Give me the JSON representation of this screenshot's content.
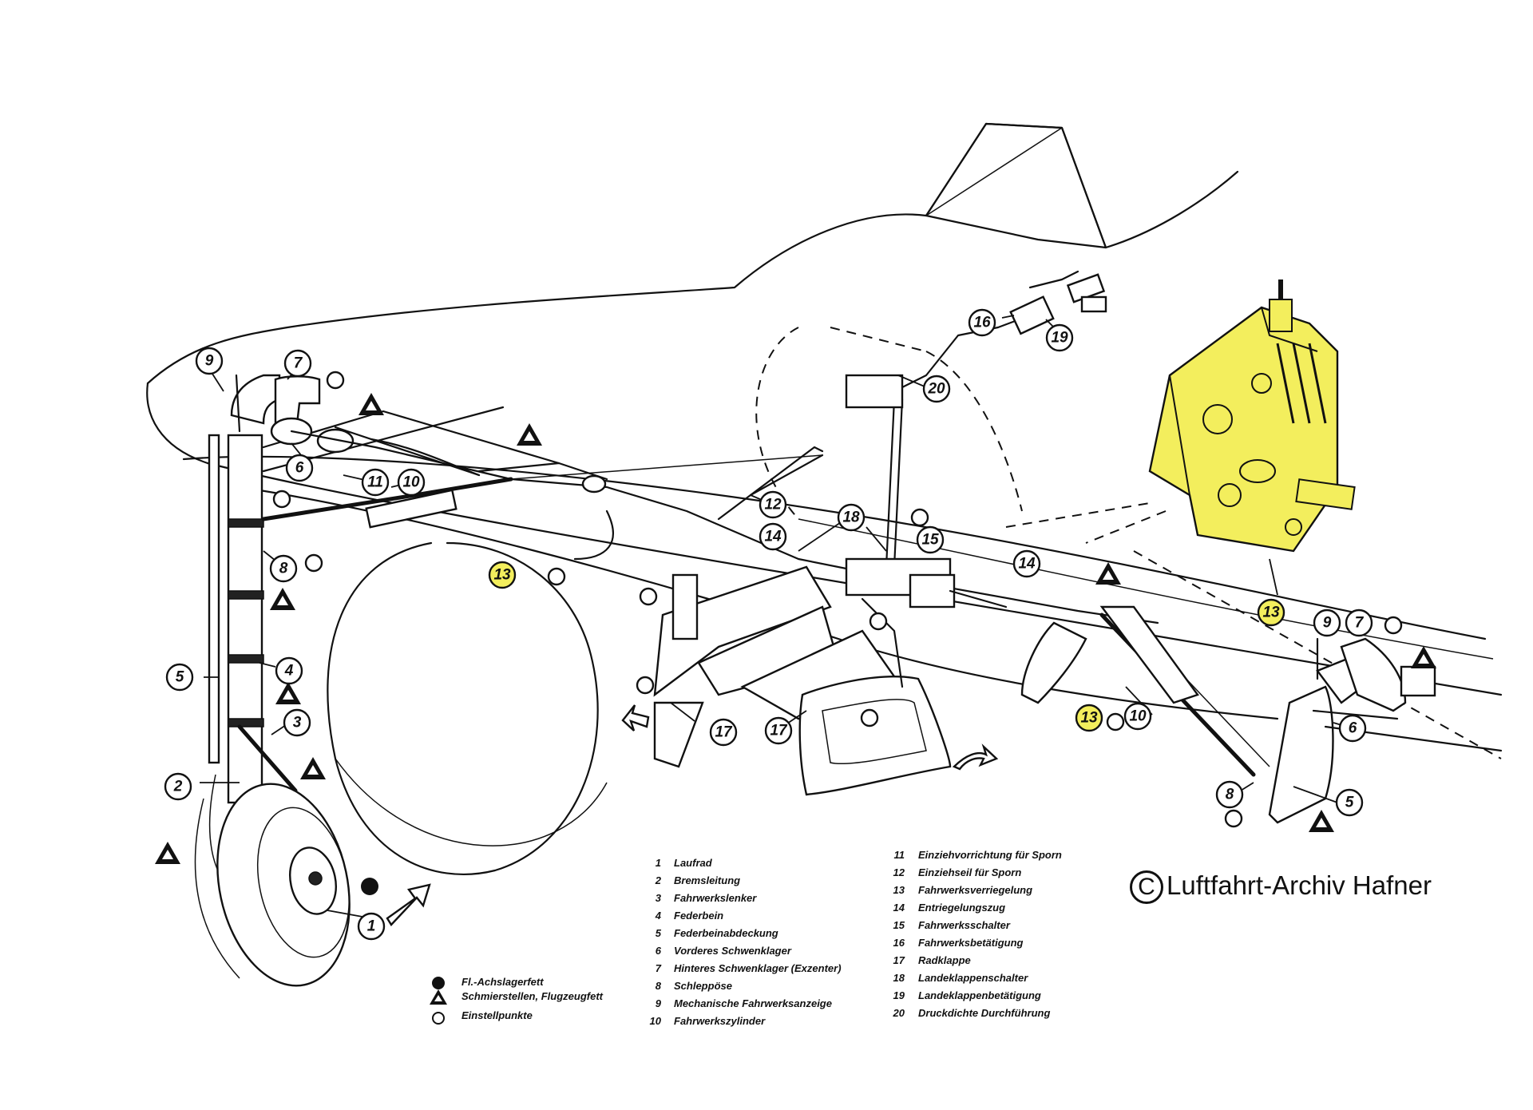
{
  "callouts": [
    {
      "num": "1",
      "highlight": false
    },
    {
      "num": "2",
      "highlight": false
    },
    {
      "num": "3",
      "highlight": false
    },
    {
      "num": "4",
      "highlight": false
    },
    {
      "num": "5",
      "highlight": false
    },
    {
      "num": "6",
      "highlight": false
    },
    {
      "num": "7",
      "highlight": false
    },
    {
      "num": "8",
      "highlight": false
    },
    {
      "num": "9",
      "highlight": false
    },
    {
      "num": "10",
      "highlight": false
    },
    {
      "num": "11",
      "highlight": false
    },
    {
      "num": "12",
      "highlight": false
    },
    {
      "num": "13",
      "highlight": true
    },
    {
      "num": "14",
      "highlight": false
    },
    {
      "num": "15",
      "highlight": false
    },
    {
      "num": "16",
      "highlight": false
    },
    {
      "num": "17",
      "highlight": false
    },
    {
      "num": "17",
      "highlight": false
    },
    {
      "num": "18",
      "highlight": false
    },
    {
      "num": "19",
      "highlight": false
    },
    {
      "num": "20",
      "highlight": false
    },
    {
      "num": "14",
      "highlight": false
    },
    {
      "num": "13",
      "highlight": true
    },
    {
      "num": "10",
      "highlight": false
    },
    {
      "num": "9",
      "highlight": false
    },
    {
      "num": "7",
      "highlight": false
    },
    {
      "num": "6",
      "highlight": false
    },
    {
      "num": "8",
      "highlight": false
    },
    {
      "num": "5",
      "highlight": false
    },
    {
      "num": "13",
      "highlight": true
    }
  ],
  "symbol_legend": [
    {
      "symbol": "filled-circle",
      "label": "Fl.-Achslagerfett"
    },
    {
      "symbol": "triangle",
      "label": "Schmierstellen, Flugzeugfett"
    },
    {
      "symbol": "open-circle",
      "label": "Einstellpunkte"
    }
  ],
  "parts_key": [
    {
      "num": "1",
      "label": "Laufrad"
    },
    {
      "num": "2",
      "label": "Bremsleitung"
    },
    {
      "num": "3",
      "label": "Fahrwerkslenker"
    },
    {
      "num": "4",
      "label": "Federbein"
    },
    {
      "num": "5",
      "label": "Federbeinabdeckung"
    },
    {
      "num": "6",
      "label": "Vorderes Schwenklager"
    },
    {
      "num": "7",
      "label": "Hinteres Schwenklager (Exzenter)"
    },
    {
      "num": "8",
      "label": "Schleppöse"
    },
    {
      "num": "9",
      "label": "Mechanische Fahrwerksanzeige"
    },
    {
      "num": "10",
      "label": "Fahrwerkszylinder"
    },
    {
      "num": "11",
      "label": "Einziehvorrichtung für Sporn"
    },
    {
      "num": "12",
      "label": "Einziehseil für Sporn"
    },
    {
      "num": "13",
      "label": "Fahrwerksverriegelung"
    },
    {
      "num": "14",
      "label": "Entriegelungszug"
    },
    {
      "num": "15",
      "label": "Fahrwerksschalter"
    },
    {
      "num": "16",
      "label": "Fahrwerksbetätigung"
    },
    {
      "num": "17",
      "label": "Radklappe"
    },
    {
      "num": "18",
      "label": "Landeklappenschalter"
    },
    {
      "num": "19",
      "label": "Landeklappenbetätigung"
    },
    {
      "num": "20",
      "label": "Druckdichte Durchführung"
    }
  ],
  "copyright": {
    "symbol": "C",
    "text": "Luftfahrt-Archiv Hafner"
  },
  "colors": {
    "highlight": "#f3ee5d",
    "ink": "#111111",
    "paper": "#ffffff"
  }
}
